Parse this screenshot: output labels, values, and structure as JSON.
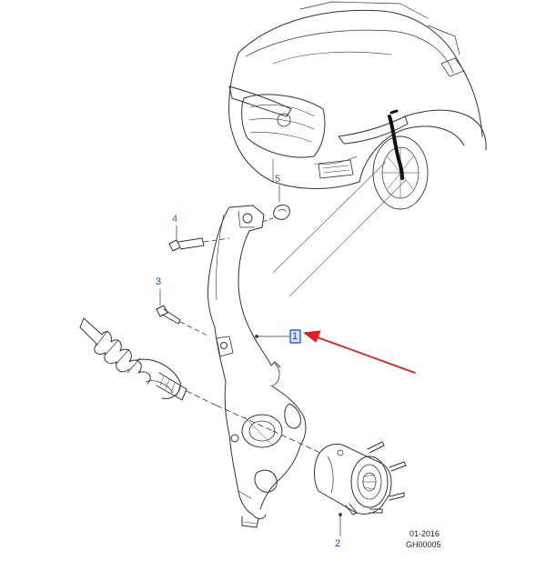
{
  "callouts": [
    {
      "id": "1",
      "label": "1",
      "color": "#1a3fd6",
      "boxed": true
    },
    {
      "id": "2",
      "label": "2",
      "color": "#1a3fd6",
      "boxed": false
    },
    {
      "id": "3",
      "label": "3",
      "color": "#1a3fd6",
      "boxed": false
    },
    {
      "id": "4",
      "label": "4",
      "color": "#2e8b2e",
      "boxed": false
    },
    {
      "id": "5",
      "label": "5",
      "color": "#2e8b2e",
      "boxed": false
    }
  ],
  "footer": {
    "date": "01-2016",
    "code": "GH00005"
  },
  "colors": {
    "line": "#333333",
    "arrow": "#e02020",
    "highlight": "#1a3fd6"
  }
}
